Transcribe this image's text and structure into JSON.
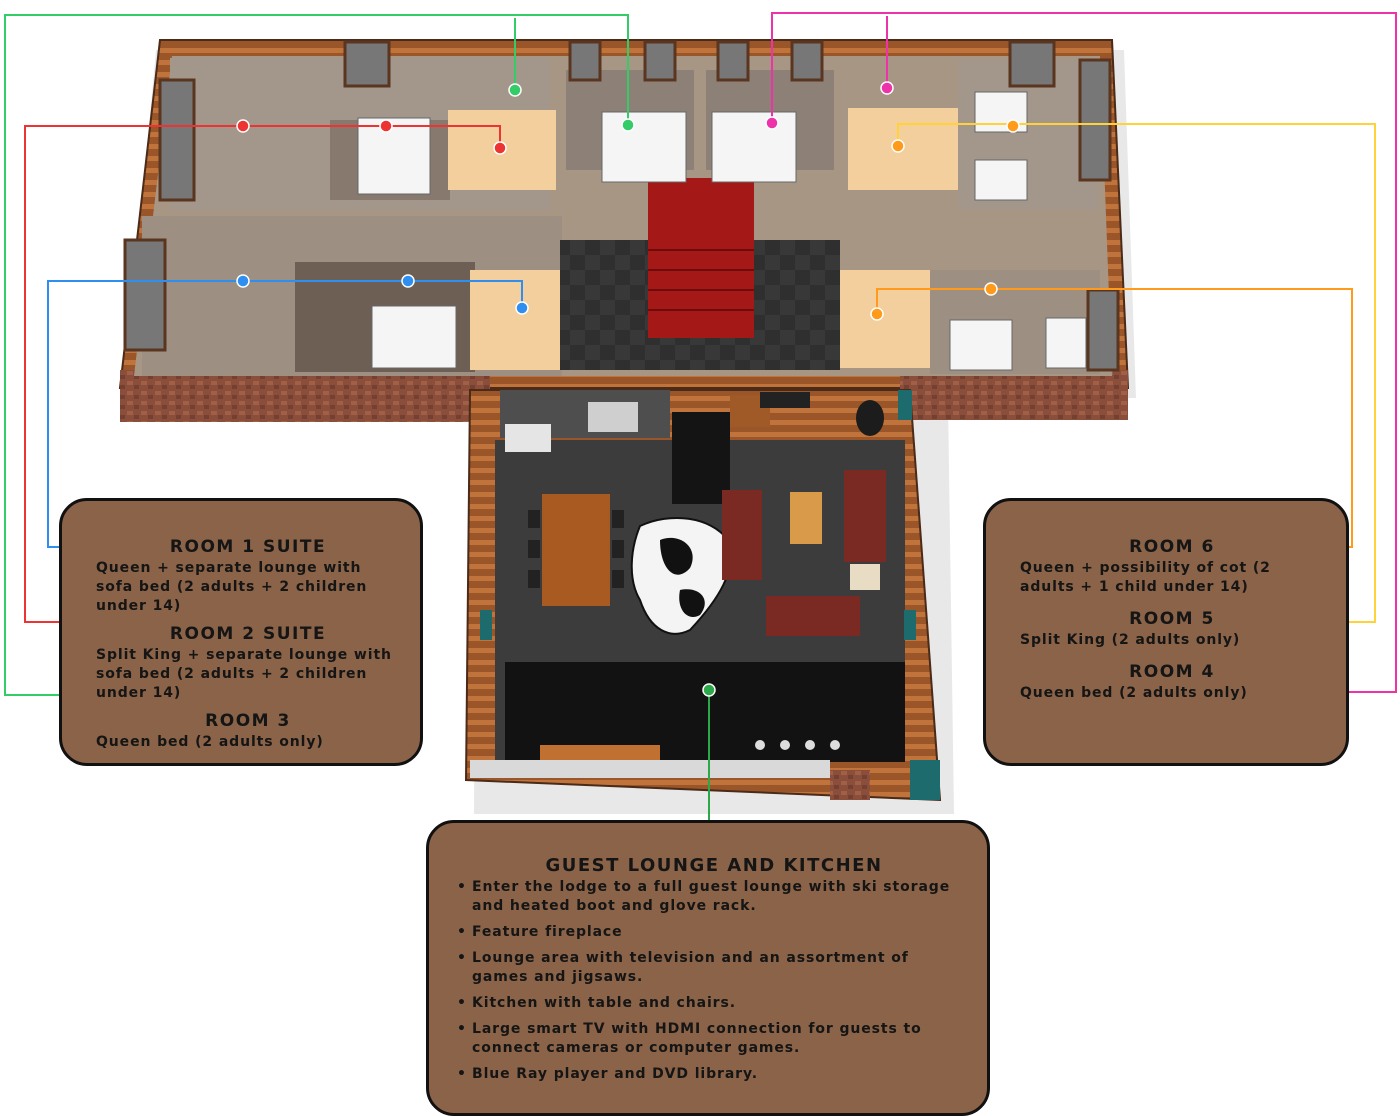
{
  "left_panel": {
    "rooms": [
      {
        "title": "ROOM 1 SUITE",
        "desc": "Queen + separate lounge with sofa bed (2 adults + 2 children under 14)"
      },
      {
        "title": "ROOM 2 SUITE",
        "desc": "Split King + separate lounge with sofa bed (2 adults + 2 children under 14)"
      },
      {
        "title": "ROOM 3",
        "desc": "Queen bed (2 adults only)"
      }
    ]
  },
  "right_panel": {
    "rooms": [
      {
        "title": "ROOM 6",
        "desc": "Queen + possibility of cot (2 adults + 1 child under 14)"
      },
      {
        "title": "ROOM 5",
        "desc": "Split King (2 adults only)"
      },
      {
        "title": "ROOM 4",
        "desc": "Queen bed (2 adults only)"
      }
    ]
  },
  "bottom_panel": {
    "title": "GUEST LOUNGE AND KITCHEN",
    "bullet": "•",
    "items": [
      "Enter the lodge to a full guest lounge with ski storage and heated boot and glove rack.",
      "Feature fireplace",
      "Lounge area with television and an assortment of games and jigsaws.",
      "Kitchen with table and chairs.",
      "Large smart TV with HDMI connection for guests to connect cameras or computer games.",
      "Blue Ray player and DVD library."
    ]
  },
  "colors": {
    "room1": "#2f8ff0",
    "room2": "#ee3333",
    "room3": "#33cc66",
    "room4": "#ee33aa",
    "room5": "#ffd23a",
    "room6": "#ff9a1a",
    "lounge": "#2aa84a",
    "panel": "#8a6348"
  }
}
